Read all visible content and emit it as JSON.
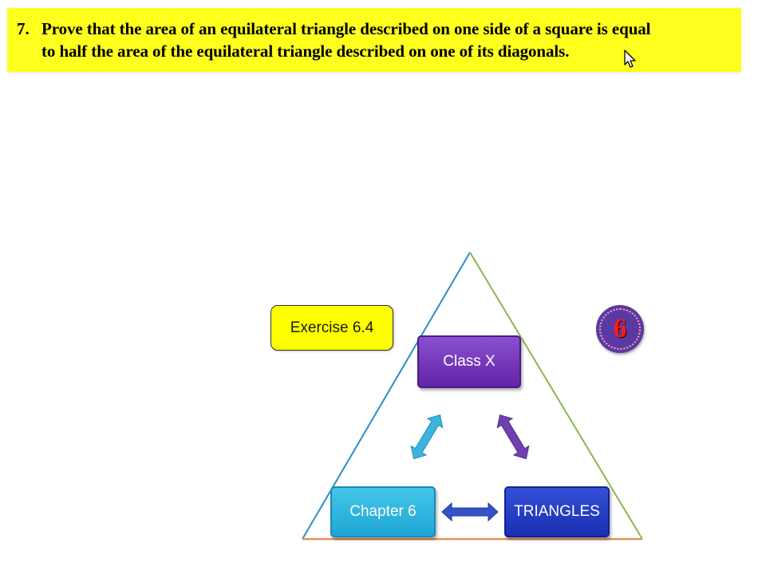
{
  "question": {
    "number": "7.",
    "line1": "Prove that the area of an equilateral triangle described on one side of a square is equal",
    "line2": "to half the area of the equilateral triangle described on one of its diagonals."
  },
  "diagram": {
    "exercise_label": "Exercise 6.4",
    "class_label": "Class X",
    "chapter_label": "Chapter 6",
    "topic_label": "TRIANGLES",
    "badge_number": "6"
  },
  "colors": {
    "banner": "#ffff1e",
    "class_box": "#6a2fb8",
    "chapter_box": "#2fb4e0",
    "topic_box": "#2238c4",
    "triangle_left": "#2a8ec8",
    "triangle_right": "#8ab84a",
    "triangle_base": "#e8905a"
  }
}
